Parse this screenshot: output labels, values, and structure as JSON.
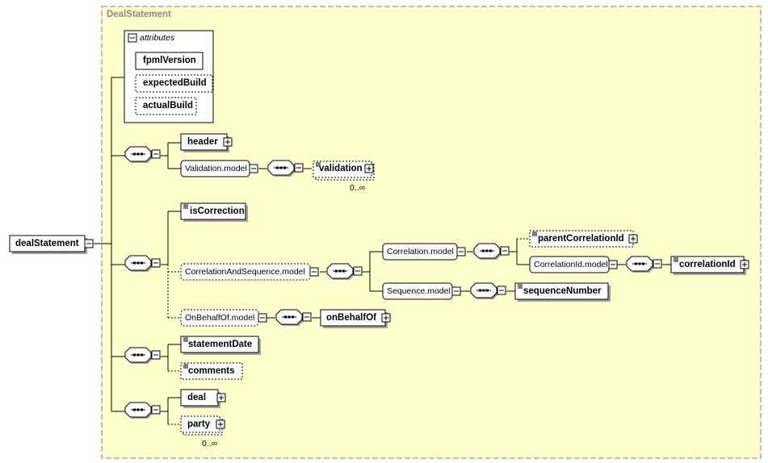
{
  "container_title": "DealStatement",
  "root": {
    "label": "dealStatement"
  },
  "attributes": {
    "title": "attributes",
    "items": [
      {
        "label": "fpmlVersion"
      },
      {
        "label": "expectedBuild"
      },
      {
        "label": "actualBuild"
      }
    ]
  },
  "elements": {
    "header": "header",
    "validation_model": "Validation.model",
    "validation": "validation",
    "validation_cardinality": "0..∞",
    "is_correction": "isCorrection",
    "correlation_and_sequence_model": "CorrelationAndSequence.model",
    "correlation_model": "Correlation.model",
    "parent_correlation_id": "parentCorrelationId",
    "correlation_id_model": "CorrelationId.model",
    "correlation_id": "correlationId",
    "sequence_model": "Sequence.model",
    "sequence_number": "sequenceNumber",
    "on_behalf_of_model": "OnBehalfOf.model",
    "on_behalf_of": "onBehalfOf",
    "statement_date": "statementDate",
    "comments": "comments",
    "deal": "deal",
    "party": "party",
    "party_cardinality": "0..∞"
  },
  "colors": {
    "container_fill": "#FFFFCC",
    "container_border": "#7F7F7F",
    "line": "#000000",
    "shadow": "#A0A0A0"
  }
}
